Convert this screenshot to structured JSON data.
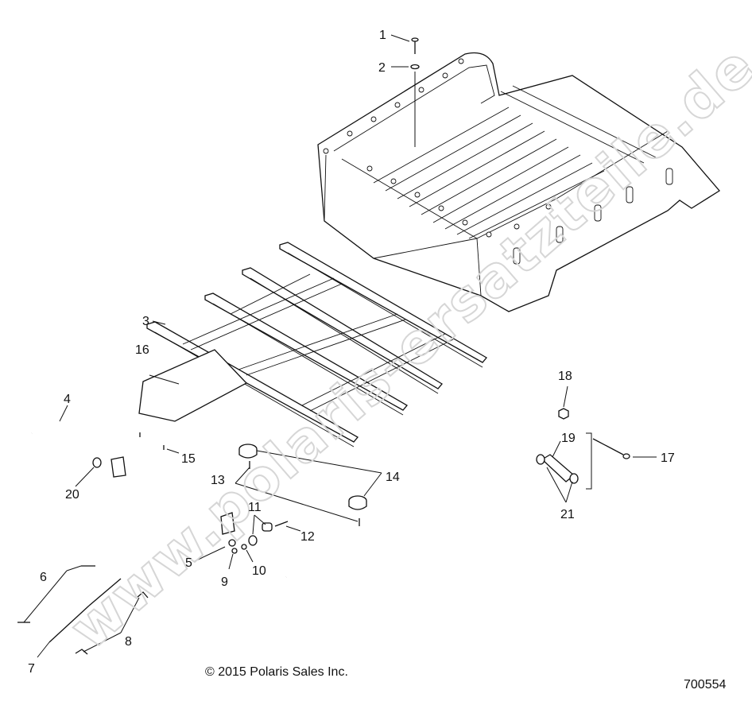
{
  "callouts": [
    "1",
    "2",
    "3",
    "4",
    "5",
    "6",
    "7",
    "8",
    "9",
    "10",
    "11",
    "12",
    "13",
    "14",
    "15",
    "16",
    "17",
    "18",
    "19",
    "20",
    "21"
  ],
  "watermark": "www.polaris-ersatzteile.de",
  "copyright": "© 2015 Polaris Sales Inc.",
  "diagram_id": "700554"
}
